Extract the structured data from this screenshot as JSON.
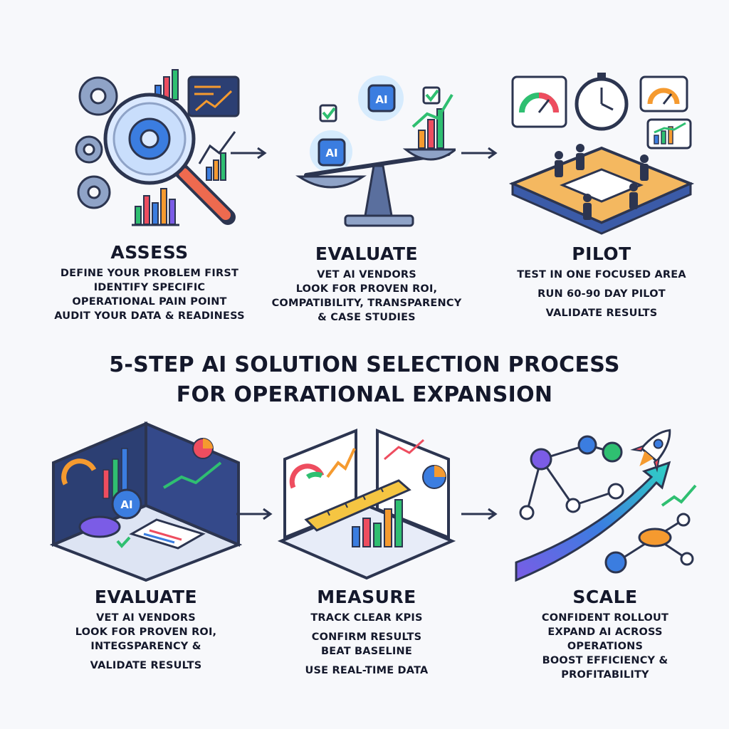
{
  "title": {
    "line1": "5-STEP AI SOLUTION SELECTION PROCESS",
    "line2": "FOR OPERATIONAL EXPANSION"
  },
  "steps": [
    {
      "icon": "magnifier-gears-charts-icon",
      "title": "ASSESS",
      "lines": [
        "DEFINE YOUR PROBLEM FIRST",
        "IDENTIFY SPECIFIC",
        "OPERATIONAL PAIN POINT",
        "AUDIT YOUR DATA & READINESS"
      ]
    },
    {
      "icon": "balance-scale-ai-icon",
      "title": "EVALUATE",
      "lines": [
        "VET AI VENDORS",
        "LOOK FOR PROVEN ROI,",
        "COMPATIBILITY, TRANSPARENCY",
        "& CASE STUDIES"
      ]
    },
    {
      "icon": "pilot-workspace-icon",
      "title": "PILOT",
      "lines": [
        "TEST IN ONE FOCUSED AREA",
        "RUN 60-90 DAY PILOT",
        "VALIDATE RESULTS"
      ]
    },
    {
      "icon": "ai-dashboard-icon",
      "title": "EVALUATE",
      "lines": [
        "VET AI VENDORS",
        "LOOK FOR PROVEN ROI,",
        "INTEGSPARENCY &",
        "VALIDATE RESULTS"
      ]
    },
    {
      "icon": "measure-ruler-charts-icon",
      "title": "MEASURE",
      "lines": [
        "TRACK CLEAR KPIS",
        "CONFIRM RESULTS",
        "BEAT BASELINE",
        "USE REAL-TIME DATA"
      ]
    },
    {
      "icon": "rocket-network-growth-icon",
      "title": "SCALE",
      "lines": [
        "CONFIDENT ROLLOUT",
        "EXPAND AI ACROSS",
        "OPERATIONS",
        "BOOST EFFICIENCY &",
        "PROFITABILITY"
      ]
    }
  ],
  "icons": {
    "ai_label": "AI"
  },
  "colors": {
    "text": "#14182b",
    "blue": "#3b7de0",
    "green": "#2fbf71",
    "orange": "#f59a2f",
    "purple": "#7b5ce6",
    "red": "#ee4d5f",
    "arrow": "#2c3550"
  }
}
